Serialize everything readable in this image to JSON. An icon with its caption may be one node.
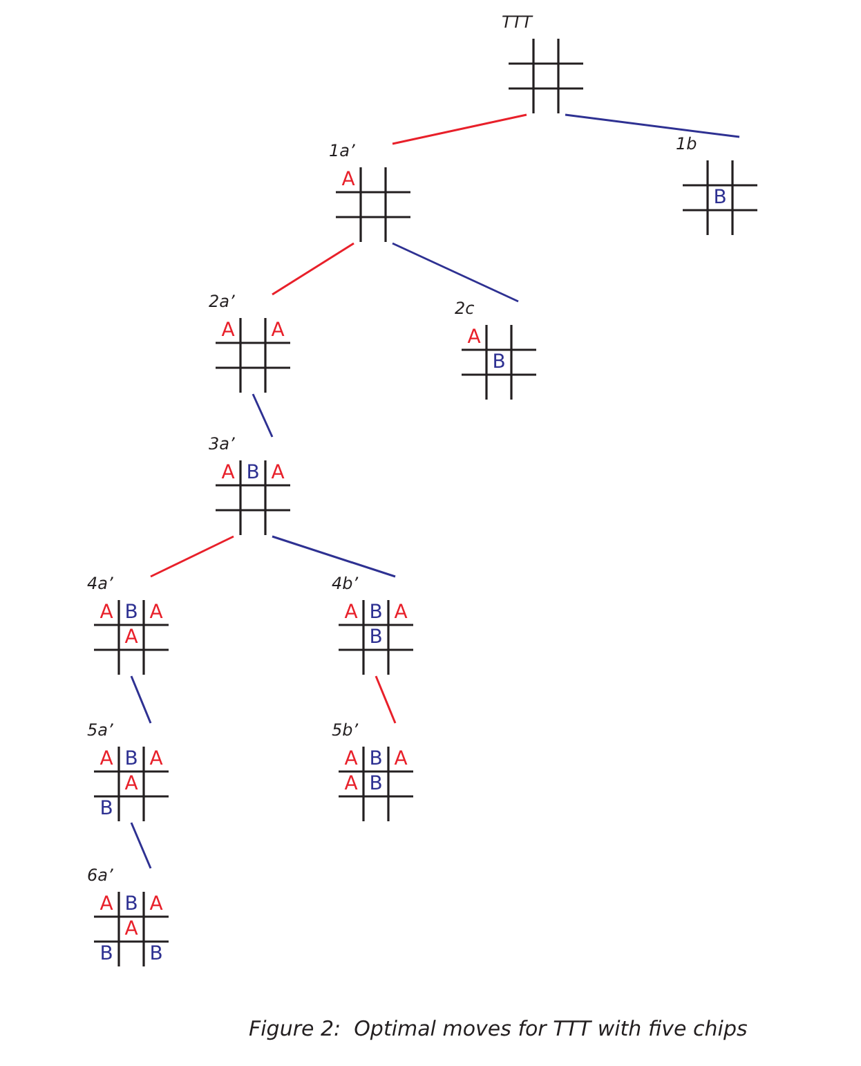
{
  "diagram": {
    "caption": "Figure 2:  Optimal moves for TTT with five chips",
    "nodes": [
      {
        "text": [
          "TTT"
        ]
      },
      {
        "text": [
          "1a’"
        ]
      },
      {
        "text": [
          "A"
        ],
        "in": 1
      },
      {
        "text": [
          "1b"
        ]
      },
      {
        "text": [
          "B"
        ],
        "in": 3
      },
      {
        "text": [
          "2a’"
        ]
      },
      {
        "text": [
          "A"
        ],
        "in": 5
      },
      {
        "text": [
          "A"
        ],
        "in": 5
      },
      {
        "text": [
          "2c"
        ]
      },
      {
        "text": [
          "A"
        ],
        "in": 8
      },
      {
        "text": [
          "B"
        ],
        "in": 8
      },
      {
        "text": [
          "3a’"
        ]
      },
      {
        "text": [
          "A"
        ],
        "in": 11
      },
      {
        "text": [
          "B"
        ],
        "in": 11
      },
      {
        "text": [
          "A"
        ],
        "in": 11
      },
      {
        "text": [
          "4a’"
        ]
      },
      {
        "text": [
          "A"
        ],
        "in": 15
      },
      {
        "text": [
          "B"
        ],
        "in": 15
      },
      {
        "text": [
          "A"
        ],
        "in": 15
      },
      {
        "text": [
          "A"
        ],
        "in": 15
      },
      {
        "text": [
          "4b’"
        ]
      },
      {
        "text": [
          "A"
        ],
        "in": 20
      },
      {
        "text": [
          "B"
        ],
        "in": 20
      },
      {
        "text": [
          "A"
        ],
        "in": 20
      },
      {
        "text": [
          "B"
        ],
        "in": 20
      },
      {
        "text": [
          "5a’"
        ]
      },
      {
        "text": [
          "A"
        ],
        "in": 25
      },
      {
        "text": [
          "B"
        ],
        "in": 25
      },
      {
        "text": [
          "A"
        ],
        "in": 25
      },
      {
        "text": [
          "A"
        ],
        "in": 25
      },
      {
        "text": [
          "B"
        ],
        "in": 25
      },
      {
        "text": [
          "5b’"
        ]
      },
      {
        "text": [
          "A"
        ],
        "in": 31
      },
      {
        "text": [
          "B"
        ],
        "in": 31
      },
      {
        "text": [
          "A"
        ],
        "in": 31
      },
      {
        "text": [
          "A"
        ],
        "in": 31
      },
      {
        "text": [
          "B"
        ],
        "in": 31
      },
      {
        "text": [
          "6a’"
        ]
      },
      {
        "text": [
          "A"
        ],
        "in": 37
      },
      {
        "text": [
          "B"
        ],
        "in": 37
      },
      {
        "text": [
          "A"
        ],
        "in": 37
      },
      {
        "text": [
          "A"
        ],
        "in": 37
      },
      {
        "text": [
          "B"
        ],
        "in": 37
      },
      {
        "text": [
          "B"
        ],
        "in": 37
      }
    ],
    "edges": [
      {
        "from": 0,
        "to": 1,
        "arrow": "none",
        "color": "#e8202a"
      },
      {
        "from": 0,
        "to": 3,
        "arrow": "none"
      },
      {
        "from": 1,
        "to": 5,
        "arrow": "none",
        "color": "#e8202a"
      },
      {
        "from": 1,
        "to": 8,
        "arrow": "none"
      },
      {
        "from": 5,
        "to": 11,
        "arrow": "none"
      },
      {
        "from": 11,
        "to": 15,
        "arrow": "none",
        "color": "#e8202a"
      },
      {
        "from": 11,
        "to": 20,
        "arrow": "none"
      },
      {
        "from": 15,
        "to": 25,
        "arrow": "none"
      },
      {
        "from": 20,
        "to": 31,
        "arrow": "none",
        "color": "#e8202a"
      },
      {
        "from": 25,
        "to": 37,
        "arrow": "none"
      }
    ]
  }
}
